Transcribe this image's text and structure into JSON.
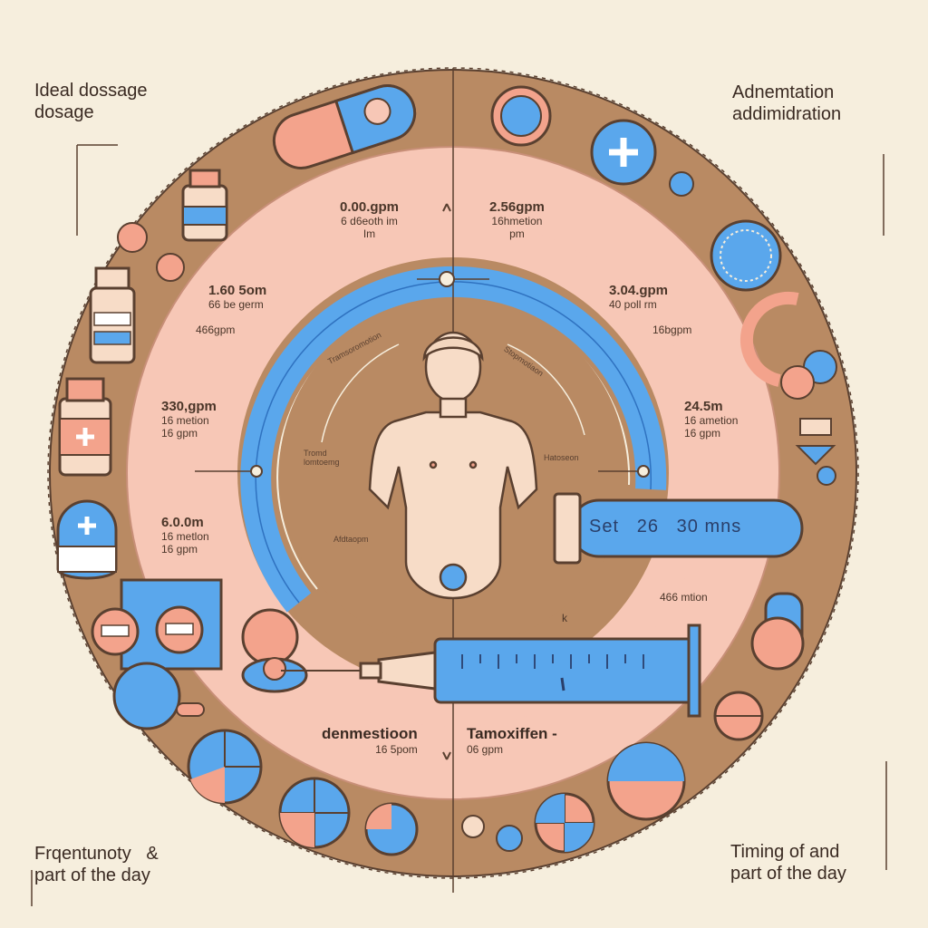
{
  "corners": {
    "top_left": [
      "Ideal dossage",
      "dosage"
    ],
    "top_right": [
      "Adnemtation",
      "addimidration"
    ],
    "bottom_left": [
      "Frqentunoty",
      "&",
      "part of the day"
    ],
    "bottom_right": [
      "Timing of and",
      "part of the day"
    ]
  },
  "dose_labels": [
    {
      "value": "0.00.gpm",
      "lines": [
        "6 d6eoth im",
        "Im"
      ]
    },
    {
      "value": "2.56gpm",
      "lines": [
        "16hmetion",
        "pm"
      ]
    },
    {
      "value": "1.60 5om",
      "lines": [
        "66 be germ",
        "466gpm"
      ]
    },
    {
      "value": "3.04.gpm",
      "lines": [
        "40 poll rm",
        "16bgpm"
      ]
    },
    {
      "value": "330,gpm",
      "lines": [
        "16 metion",
        "16 gpm"
      ]
    },
    {
      "value": "24.5m",
      "lines": [
        "16 ametion",
        "16 gpm"
      ]
    },
    {
      "value": "6.0.0m",
      "lines": [
        "16 metlon",
        "16 gpm"
      ]
    }
  ],
  "misc_labels": {
    "lower_right": "466 mtion",
    "k": "k"
  },
  "inner_labels": {
    "arc_left": "Tramsoromotion",
    "arc_right": "Stopmotiaon",
    "left_body": [
      "Tromd",
      "lomtoemg"
    ],
    "right_body": "Hatoseon",
    "lower_left_body": "Afdtaopm"
  },
  "drugs": [
    {
      "name": "denmestioon",
      "dose": "16 5pom"
    },
    {
      "name": "Tamoxiffen",
      "dose": "06 gpm"
    }
  ],
  "timer": {
    "label": "Set",
    "values": [
      "26",
      "30"
    ],
    "unit": "mns"
  },
  "colors": {
    "background": "#f6eedd",
    "outer_ring": "#b98a63",
    "pink_ring": "#f7c7b6",
    "blue": "#5aa7ec",
    "peach": "#f3a38c",
    "outline": "#5a4030",
    "skin": "#f7dcc7"
  },
  "icons": [
    "capsule-icon",
    "pill-icon",
    "medicine-bottle-icon",
    "syringe-icon",
    "human-body-icon",
    "timer-tube-icon",
    "medical-plus-icon",
    "blister-pack-icon"
  ]
}
